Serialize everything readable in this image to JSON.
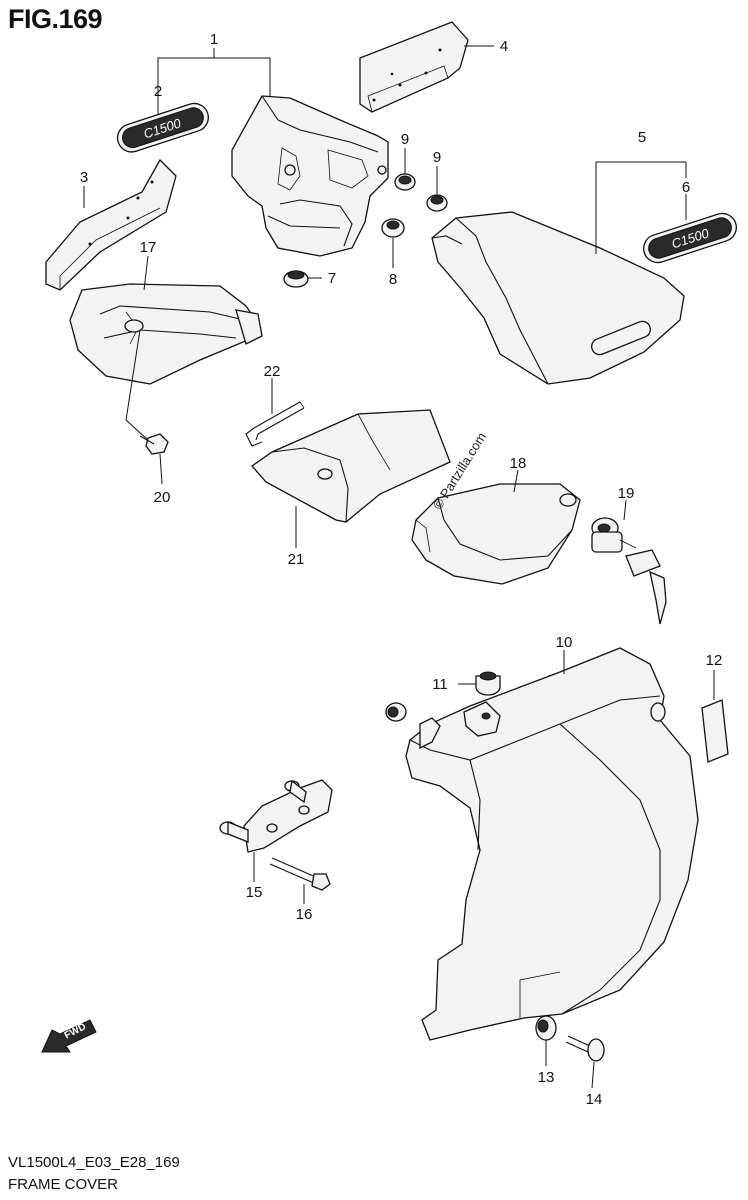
{
  "figure": {
    "title": "FIG.169",
    "code": "VL1500L4_E03_E28_169",
    "caption": "FRAME COVER",
    "watermark": "© Partzilla.com",
    "badge_text": "C1500",
    "fwd_label": "FWD"
  },
  "callouts": [
    {
      "id": "c1",
      "text": "1"
    },
    {
      "id": "c2",
      "text": "2"
    },
    {
      "id": "c3",
      "text": "3"
    },
    {
      "id": "c4",
      "text": "4"
    },
    {
      "id": "c5",
      "text": "5"
    },
    {
      "id": "c6",
      "text": "6"
    },
    {
      "id": "c7",
      "text": "7"
    },
    {
      "id": "c8",
      "text": "8"
    },
    {
      "id": "c9a",
      "text": "9"
    },
    {
      "id": "c9b",
      "text": "9"
    },
    {
      "id": "c10",
      "text": "10"
    },
    {
      "id": "c11",
      "text": "11"
    },
    {
      "id": "c12",
      "text": "12"
    },
    {
      "id": "c13",
      "text": "13"
    },
    {
      "id": "c14",
      "text": "14"
    },
    {
      "id": "c15",
      "text": "15"
    },
    {
      "id": "c16",
      "text": "16"
    },
    {
      "id": "c17",
      "text": "17"
    },
    {
      "id": "c18",
      "text": "18"
    },
    {
      "id": "c19",
      "text": "19"
    },
    {
      "id": "c20",
      "text": "20"
    },
    {
      "id": "c21",
      "text": "21"
    },
    {
      "id": "c22",
      "text": "22"
    }
  ],
  "colors": {
    "line": "#111111",
    "fill": "#f3f3f3",
    "background": "#ffffff"
  }
}
